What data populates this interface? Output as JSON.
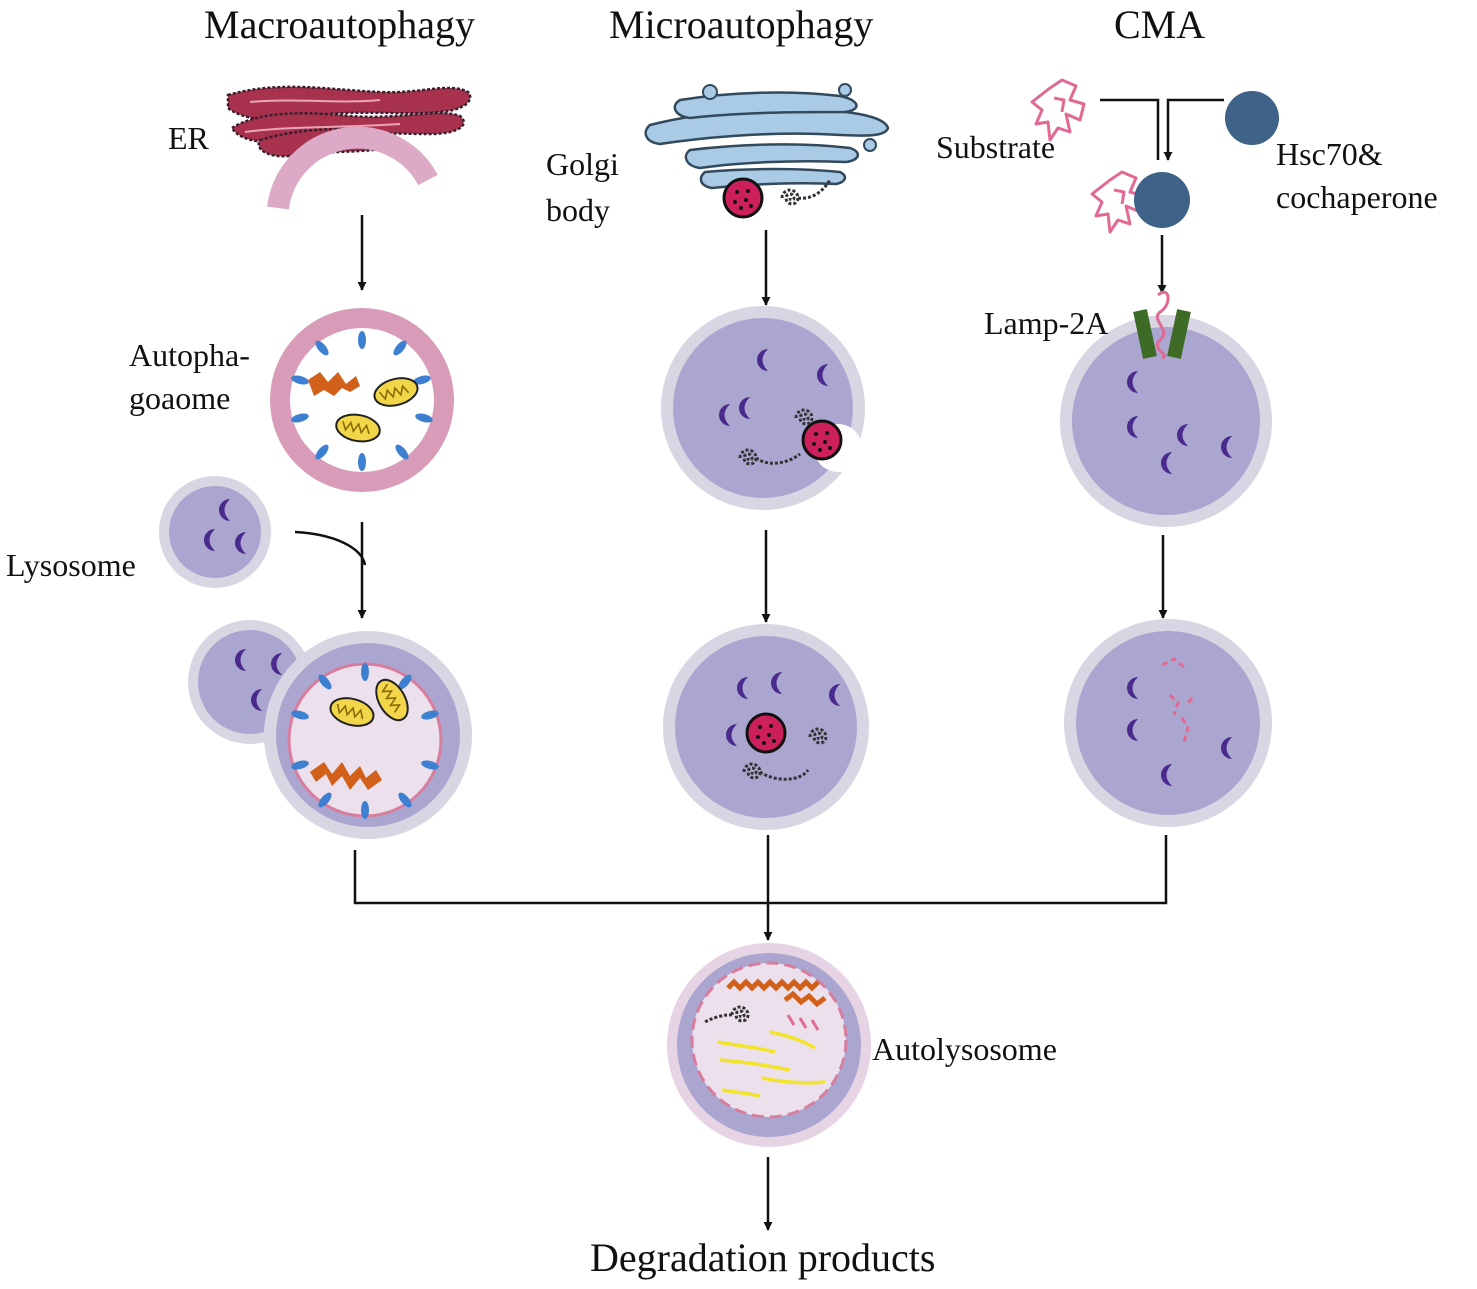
{
  "headers": {
    "macro": "Macroautophagy",
    "micro": "Microautophagy",
    "cma": "CMA"
  },
  "labels": {
    "er": "ER",
    "golgi_line1": "Golgi",
    "golgi_line2": "body",
    "substrate": "Substrate",
    "hsc_line1": "Hsc70&",
    "hsc_line2": "cochaperone",
    "lamp": "Lamp-2A",
    "autophagosome_line1": "Autopha-",
    "autophagosome_line2": "goaome",
    "lysosome": "Lysosome",
    "autolysosome": "Autolysosome",
    "products": "Degradation products"
  },
  "colors": {
    "lysosome_fill": "#aba6cf",
    "lysosome_rim": "#d9d6e4",
    "enzyme": "#4a2a8c",
    "autophagosome_ring": "#d99cb8",
    "er": "#a8324e",
    "golgi": "#a9cbe6",
    "hsc70": "#3f6288",
    "substrate": "#e06a93",
    "lamp": "#3d6b25",
    "mitochondria": "#f2d64a",
    "protein_aggregate": "#d1601a",
    "receptor": "#3d7fd1",
    "granule": "#cc1f5c"
  }
}
